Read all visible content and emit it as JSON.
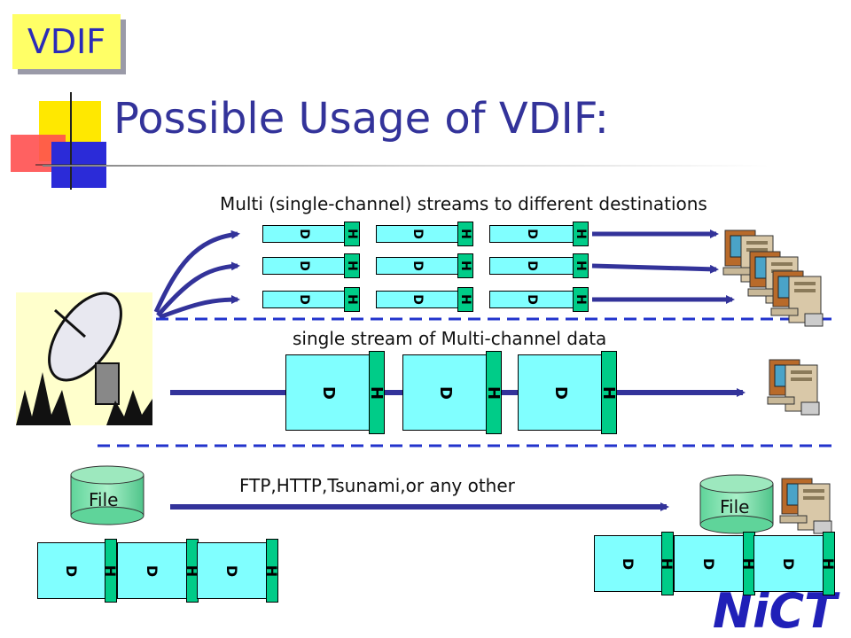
{
  "badge": "VDIF",
  "title": "Possible Usage of VDIF:",
  "sections": {
    "multi_caption": "Multi (single-channel) streams to different destinations",
    "single_caption": "single stream of Multi-channel data",
    "file_caption": "FTP,HTTP,Tsunami,or any other"
  },
  "file_label": "File",
  "packet": {
    "data": "D",
    "header": "H"
  },
  "logo": "NiCT",
  "colors": {
    "data_block": "#80ffff",
    "header_block": "#00cc88",
    "arrow": "#33339a",
    "dashed_line": "#2233cc",
    "title": "#33339a",
    "badge_bg": "#ffff66"
  }
}
